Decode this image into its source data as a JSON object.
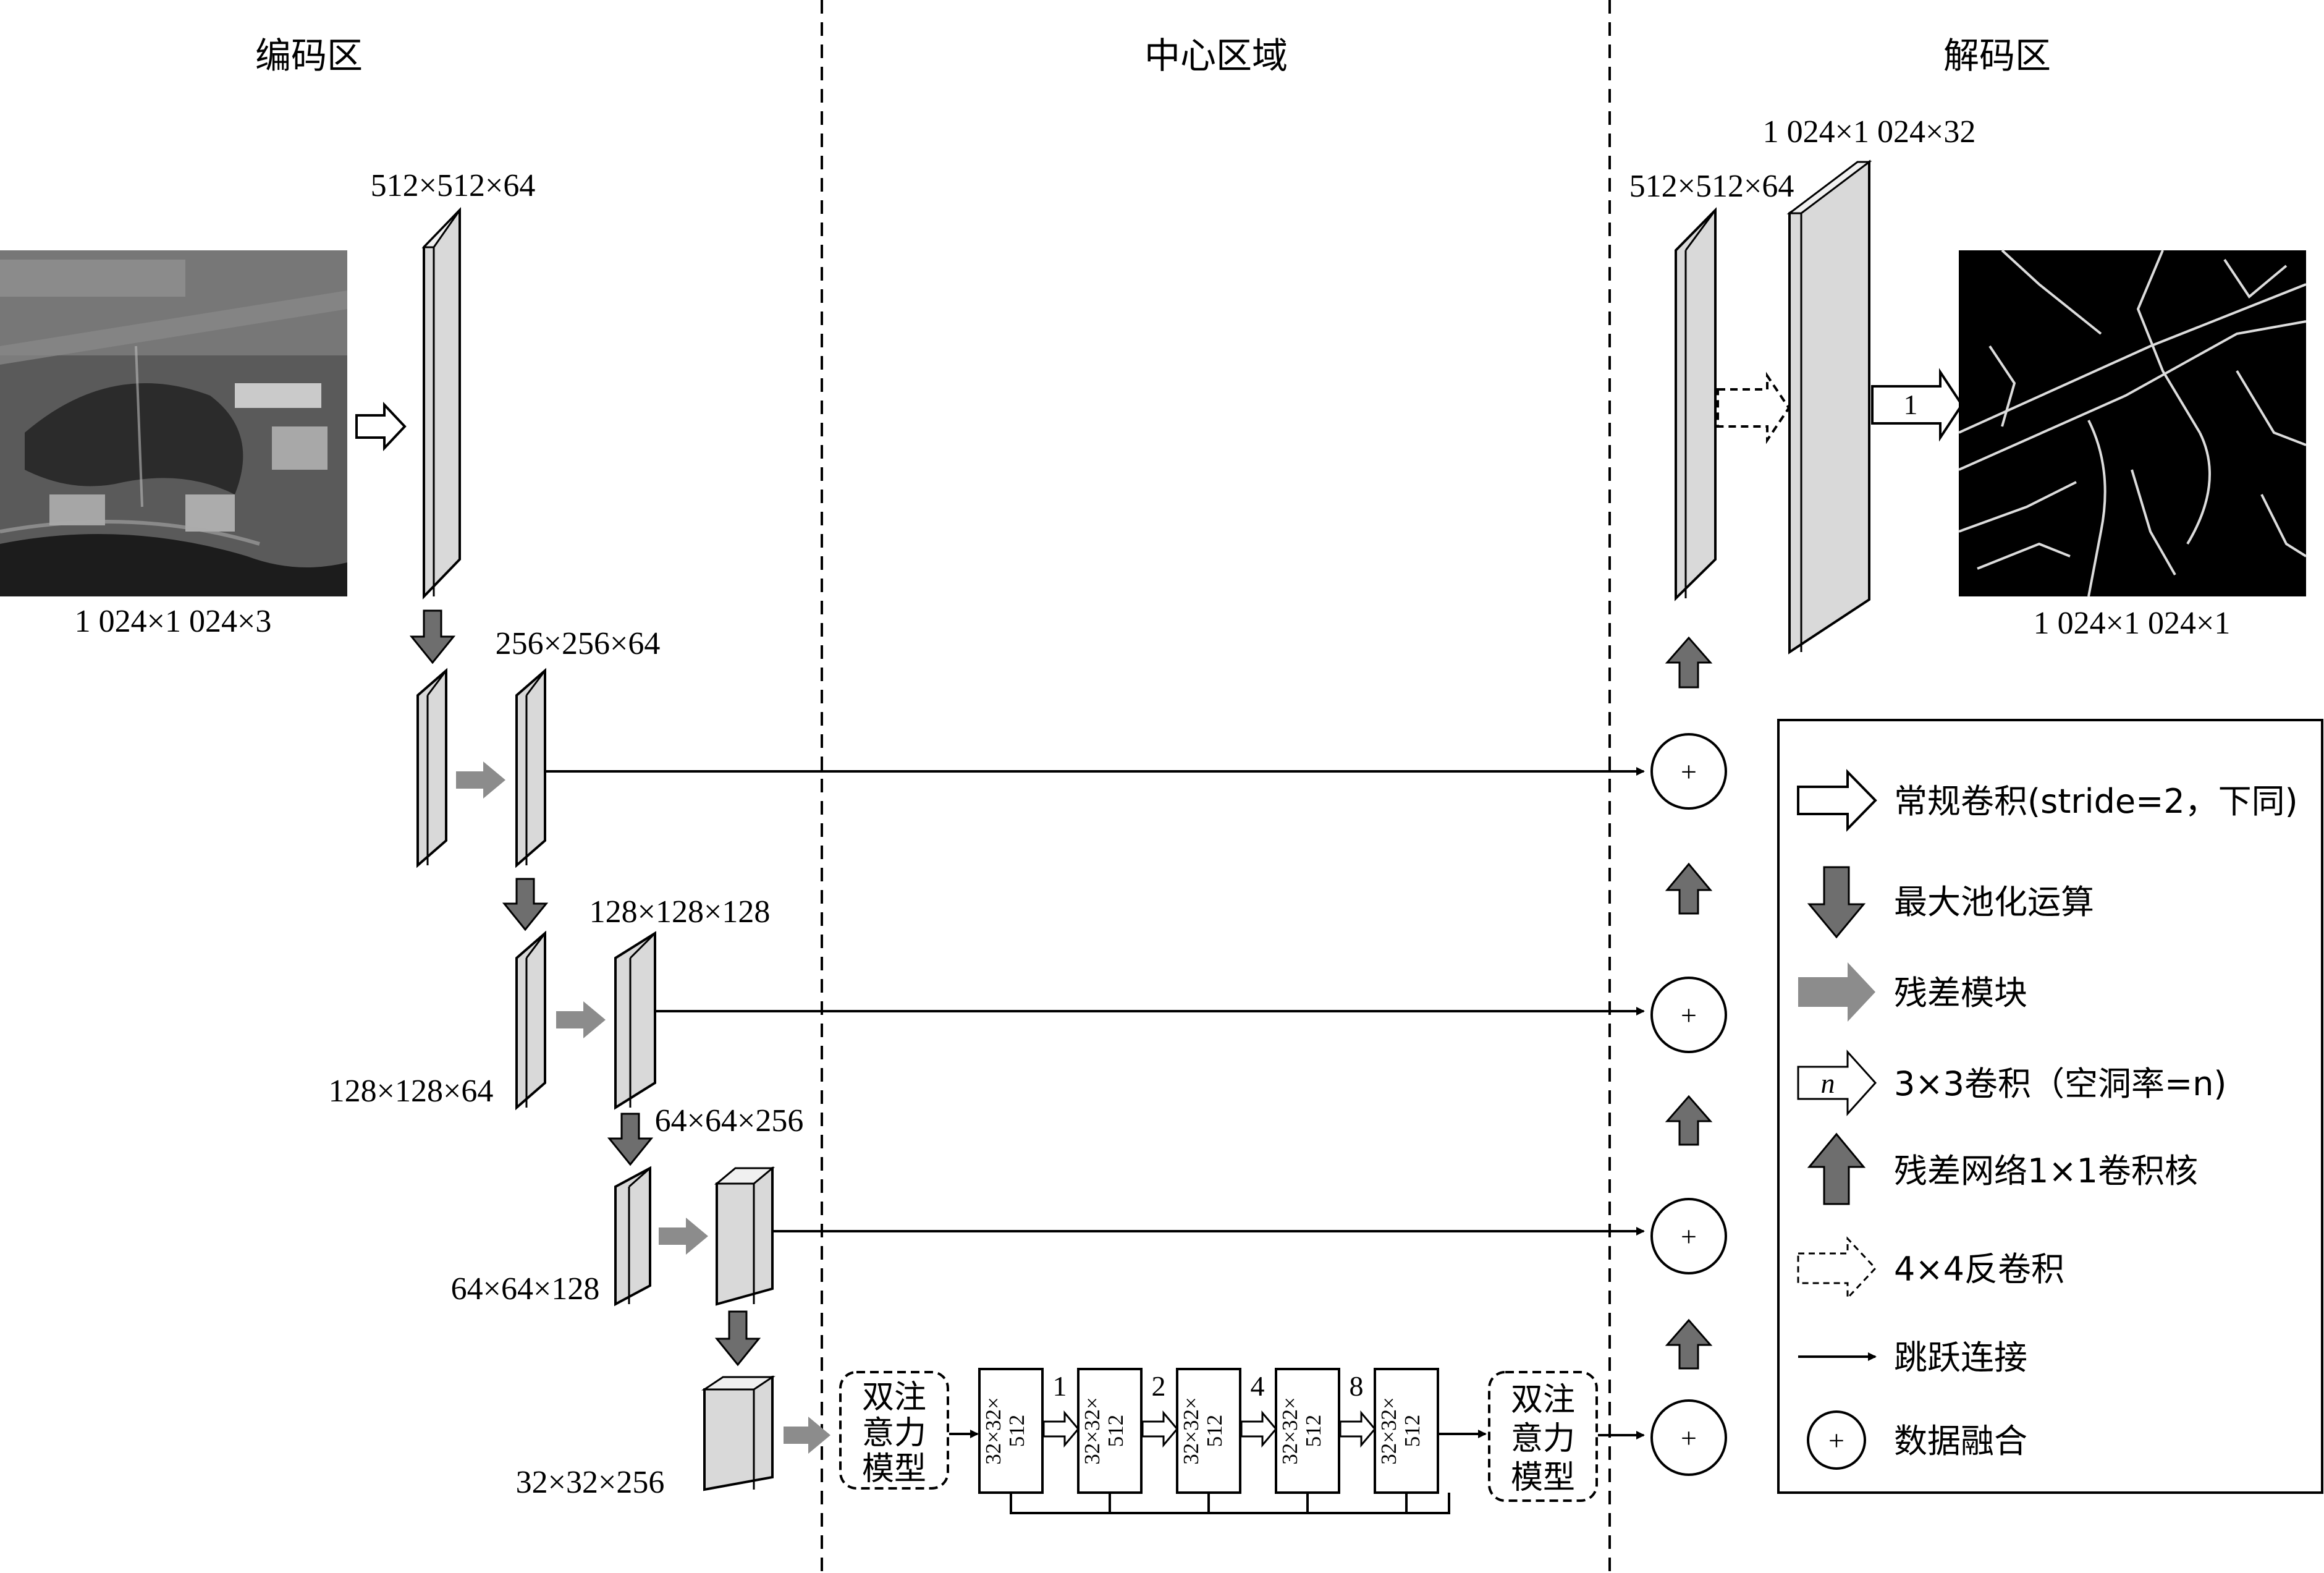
{
  "zones": {
    "encoder": "编码区",
    "center": "中心区域",
    "decoder": "解码区"
  },
  "dims": {
    "input": "1 024×1 024×3",
    "enc1": "512×512×64",
    "enc2": "256×256×64",
    "enc3_in": "128×128×64",
    "enc3_out": "128×128×128",
    "enc4_in": "64×64×128",
    "enc4_out": "64×64×256",
    "bottom": "32×32×256",
    "dec_a": "512×512×64",
    "dec_b": "1 024×1 024×32",
    "output": "1 024×1 024×1"
  },
  "center": {
    "attention_lines": [
      "双注",
      "意力",
      "模型"
    ],
    "block_lines": [
      "32×32×",
      "512"
    ],
    "dilation_rates": [
      "1",
      "2",
      "4",
      "8"
    ]
  },
  "output_rate_label": "1",
  "plus_symbol": "+",
  "legend": [
    {
      "icon": "white-arrow-icon",
      "label": "常规卷积(stride=2，下同)"
    },
    {
      "icon": "down-arrow-icon",
      "label": "最大池化运算"
    },
    {
      "icon": "gray-arrow-icon",
      "label": "残差模块"
    },
    {
      "icon": "dilated-arrow-icon",
      "label": "3×3卷积（空洞率=n)",
      "icon_text": "n"
    },
    {
      "icon": "up-arrow-icon",
      "label": "残差网络1×1卷积核"
    },
    {
      "icon": "dashed-arrow-icon",
      "label": "4×4反卷积"
    },
    {
      "icon": "skip-arrow-icon",
      "label": "跳跃连接"
    },
    {
      "icon": "plus-circle-icon",
      "label": "数据融合"
    }
  ],
  "colors": {
    "block_face": "#d9d9d9",
    "block_top": "#f2f2f2",
    "block_side": "#999999",
    "arrow_dark": "#6e6e6e",
    "arrow_gray": "#8c8c8c"
  }
}
